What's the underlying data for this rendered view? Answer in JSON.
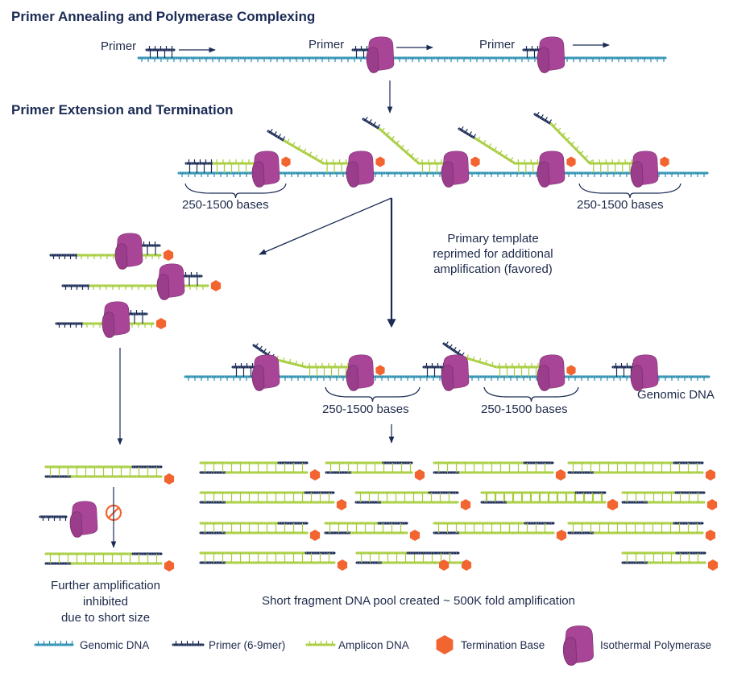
{
  "headings": {
    "step1": "Primer Annealing and Polymerase Complexing",
    "step2": "Primer Extension and Termination"
  },
  "labels": {
    "primer": "Primer",
    "bases": "250-1500 bases",
    "reprimed": [
      "Primary template",
      "reprimed for additional",
      "amplification (favored)"
    ],
    "genomic_dna": "Genomic DNA",
    "inhibited": [
      "Further amplification",
      "inhibited",
      "due to short size"
    ],
    "pool": "Short fragment DNA pool created ~ 500K fold amplification"
  },
  "legend": [
    {
      "key": "genomic",
      "label": "Genomic DNA"
    },
    {
      "key": "primer",
      "label": "Primer (6-9mer)"
    },
    {
      "key": "amplicon",
      "label": "Amplicon DNA"
    },
    {
      "key": "termination",
      "label": "Termination Base"
    },
    {
      "key": "polymerase",
      "label": "Isothermal Polymerase"
    }
  ],
  "colors": {
    "genomic": "#2a8fb0",
    "primer": "#1b2b55",
    "amplicon": "#a6cc3a",
    "termination": "#f26531",
    "polymerase": "#a84597",
    "arrow": "#1b2b55"
  }
}
